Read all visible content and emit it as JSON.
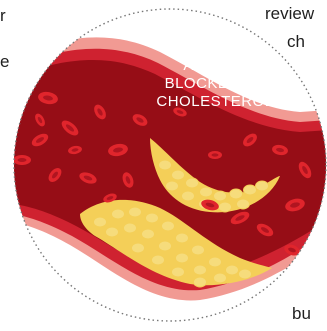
{
  "diagram": {
    "label_lines": [
      "ARTERY",
      "BLOCKED BY",
      "CHOLESTEROL"
    ],
    "colors": {
      "artery_outer": "#f19a93",
      "artery_wall": "#cf2230",
      "lumen": "#960d16",
      "blood_cell": "#e0252c",
      "blood_cell_center": "#b01520",
      "plaque": "#f4cf58",
      "plaque_cell": "#f6dc7c",
      "circle_outline": "#777777"
    }
  },
  "page_fragments": {
    "top_left": "r",
    "mid_left": "e",
    "top_right": "review",
    "top_right_2": "ch",
    "bottom_right": "bu"
  }
}
